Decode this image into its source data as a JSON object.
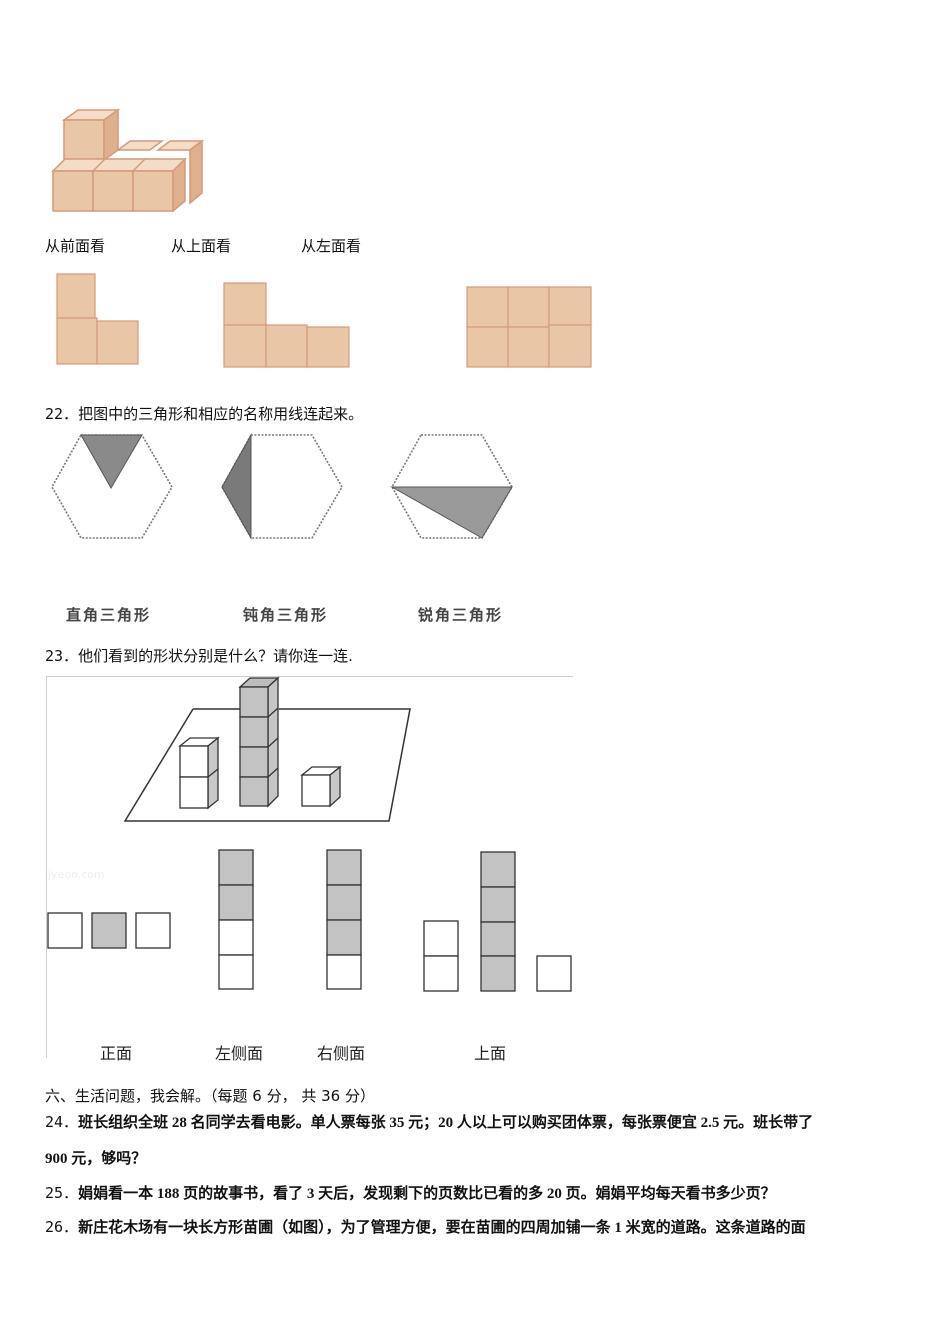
{
  "section_views": {
    "labels": [
      "从前面看",
      "从上面看",
      "从左面看"
    ],
    "colors": {
      "cube_face": "#e8c6a6",
      "cube_top": "#f4dcc6",
      "cube_side": "#deb08e",
      "cube_edge": "#d49a7c"
    }
  },
  "q22": {
    "number": "22．",
    "text": "把图中的三角形和相应的名称用线连起来。",
    "names": [
      "直角三角形",
      "钝角三角形",
      "锐角三角形"
    ]
  },
  "q23": {
    "number": "23．",
    "text": "他们看到的形状分别是什么？请你连一连.",
    "watermark": "jyeoo.com",
    "view_labels": [
      "正面",
      "左侧面",
      "右侧面",
      "上面"
    ],
    "colors": {
      "gray_cube": "#c3c3c3",
      "outline": "#333333"
    }
  },
  "section6": {
    "title": "六、生活问题，我会解。（每题  6  分，   共  36  分）"
  },
  "q24": {
    "number": "24．",
    "line1": "班长组织全班 28 名同学去看电影。单人票每张 35 元；20 人以上可以购买团体票，每张票便宜 2.5 元。班长带了",
    "line2": "900 元，够吗？"
  },
  "q25": {
    "number": "25．",
    "text": "娟娟看一本 188 页的故事书，看了 3 天后，发现剩下的页数比已看的多 20 页。娟娟平均每天看书多少页？"
  },
  "q26": {
    "number": "26．",
    "text": "新庄花木场有一块长方形苗圃（如图），为了管理方便，要在苗圃的四周加铺一条 1 米宽的道路。这条道路的面"
  }
}
